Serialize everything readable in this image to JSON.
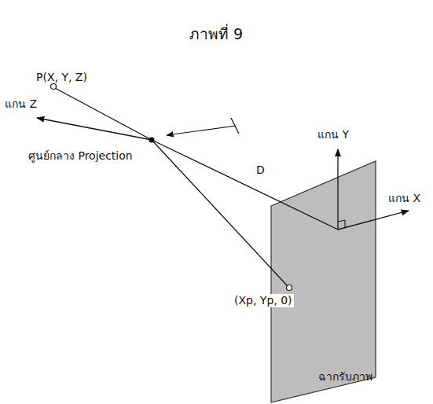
{
  "diagram": {
    "title": "ภาพที่ 9",
    "nodes": [
      {
        "text": [
          "ฉากรับภาพ"
        ]
      }
    ],
    "edges": [],
    "labels": [
      "P(X, Y, Z)",
      "แกน Z",
      "ศูนย์กลาง Projection",
      "D",
      "แกน Y",
      "แกน X",
      "(Xp, Yp, 0)"
    ]
  }
}
